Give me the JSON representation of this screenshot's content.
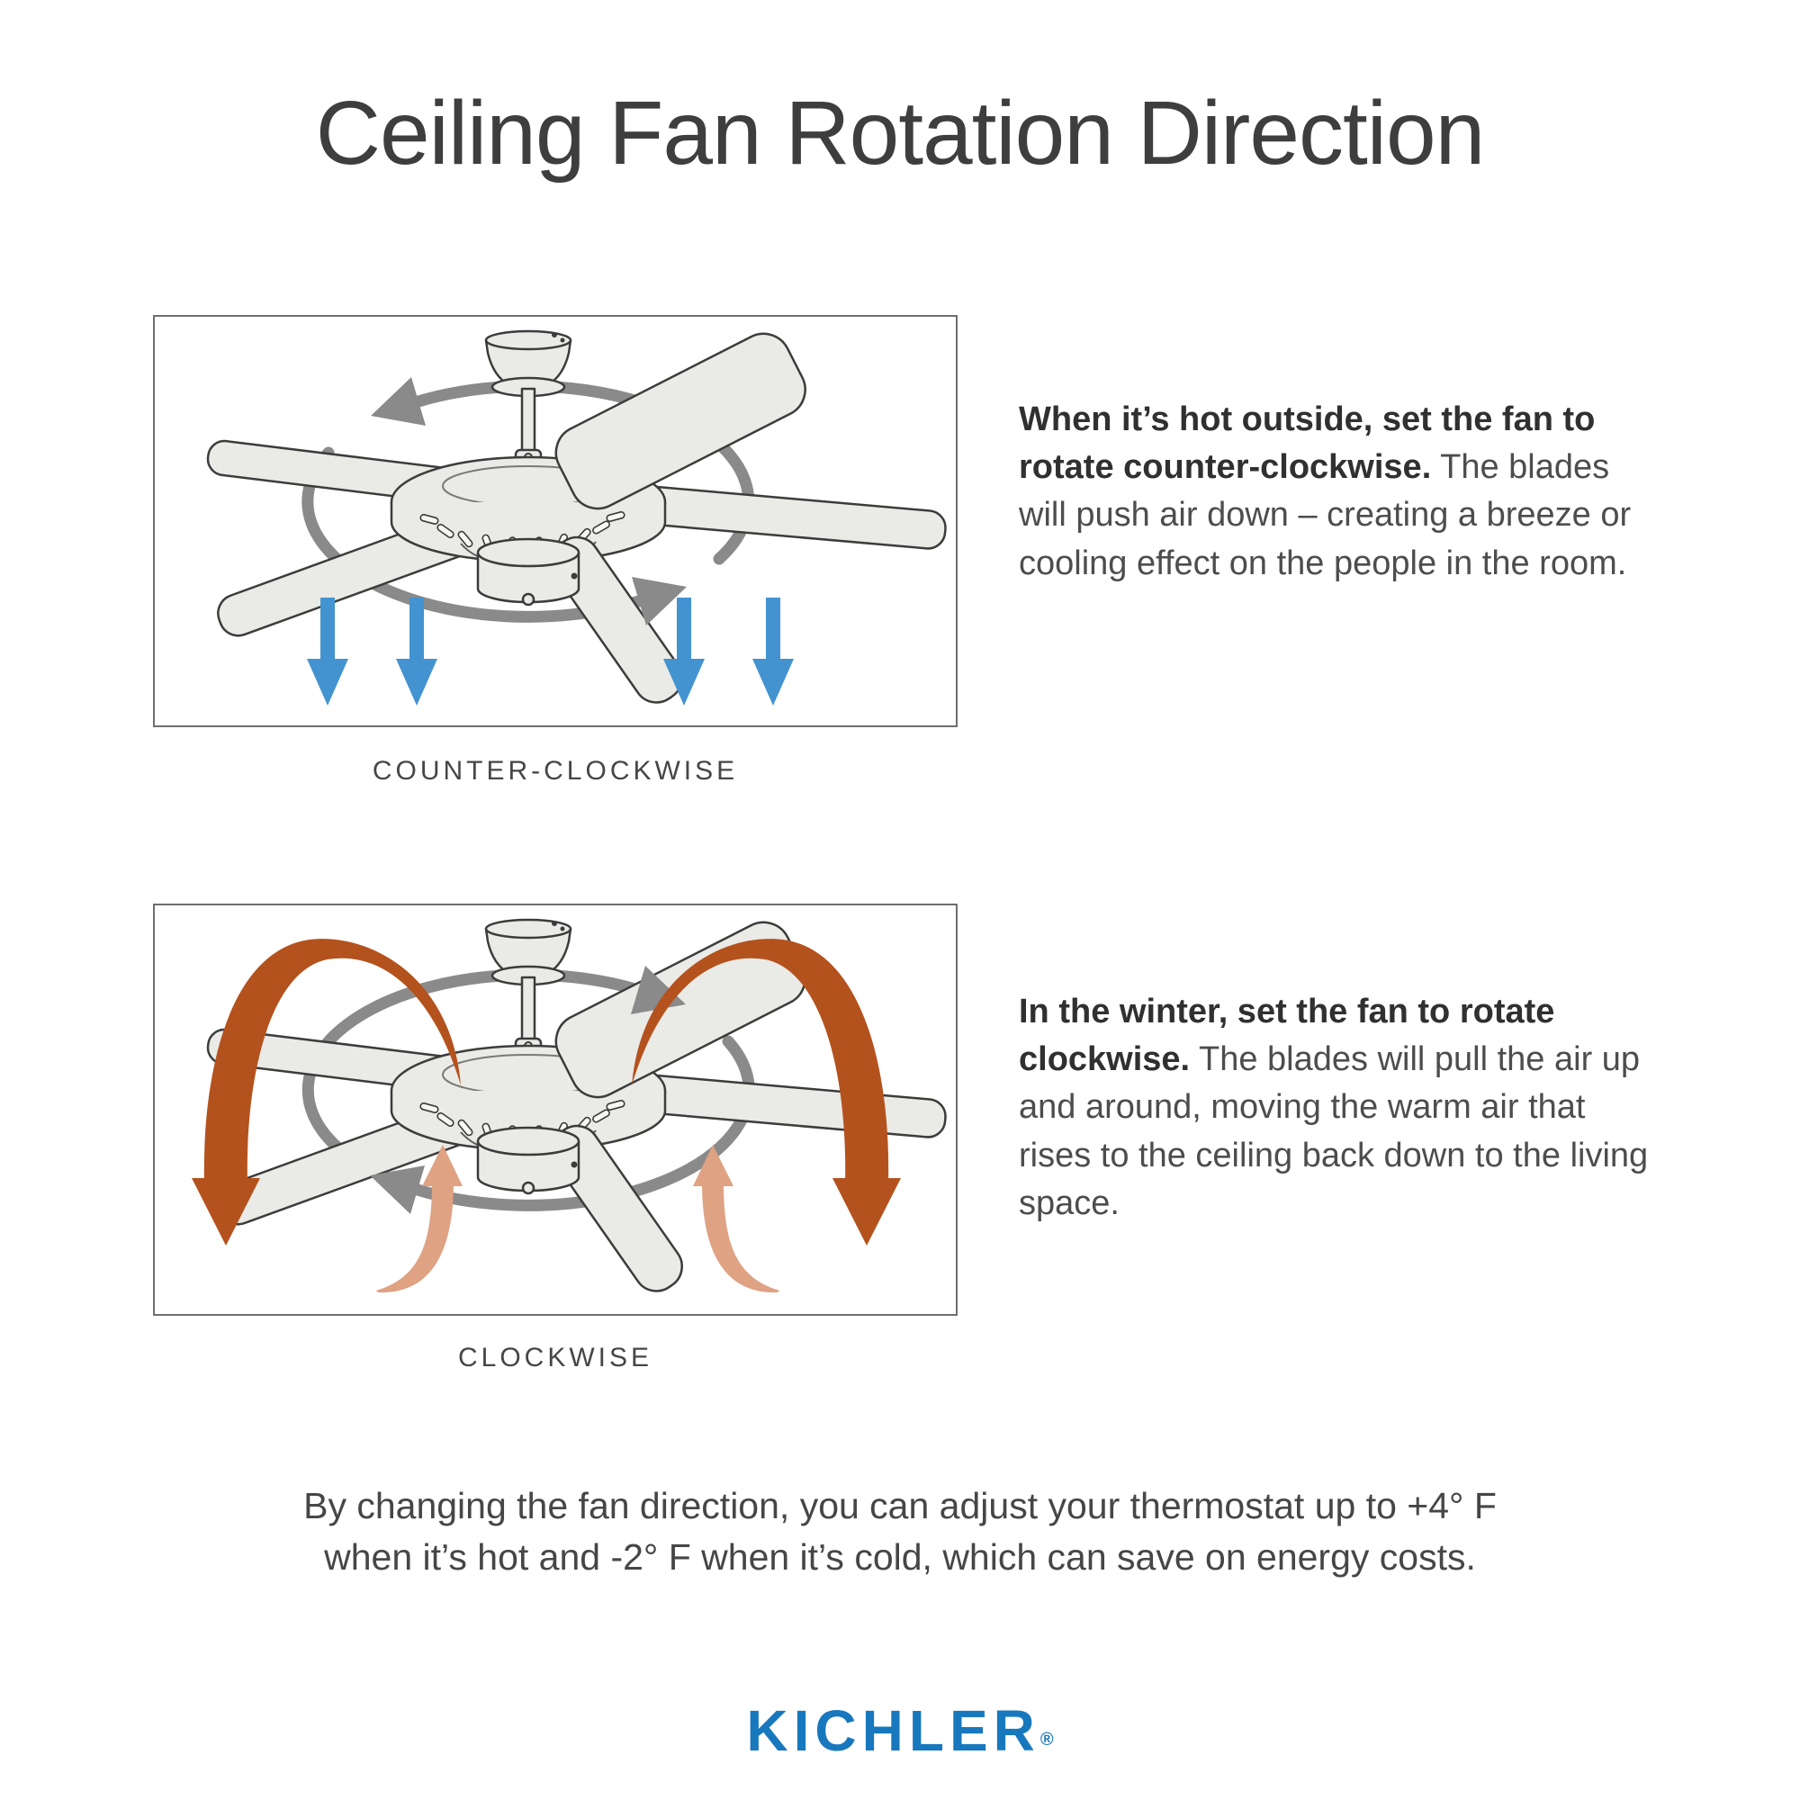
{
  "title": "Ceiling Fan Rotation Direction",
  "sections": {
    "counter_clockwise": {
      "label": "COUNTER-CLOCKWISE",
      "description_bold": "When it’s hot outside, set the fan to rotate counter-clockwise.",
      "description_rest": " The blades will push air down – creating a breeze or cooling effect on the people in the room.",
      "airflow_direction": "down"
    },
    "clockwise": {
      "label": "CLOCKWISE",
      "description_bold": "In the winter, set the fan to rotate clockwise.",
      "description_rest": " The blades will pull the air up and around, moving the warm air that rises to the ceiling back down to the living space.",
      "airflow_direction": "up-and-around"
    }
  },
  "footer_note": {
    "line1": "By changing the fan direction, you can adjust your thermostat up to +4° F",
    "line2": "when it’s hot and -2° F when it’s cold, which can save on energy costs."
  },
  "brand": {
    "name": "KICHLER",
    "registered_mark": "®"
  },
  "colors": {
    "title_text": "#3E3E3E",
    "body_bold_text": "#303030",
    "body_text": "#4D4D4D",
    "caption_text": "#464646",
    "note_text": "#464646",
    "box_border": "#6F6F6F",
    "rotation_arrow": "#8A8A8A",
    "airflow_down_arrow": "#4393D0",
    "warm_air_outer_arrow": "#B4521D",
    "warm_air_inner_arrow": "#DFA283",
    "fan_fill": "#EAEAE6",
    "fan_line": "#3C3C3C",
    "brand_blue": "#1878BE"
  }
}
